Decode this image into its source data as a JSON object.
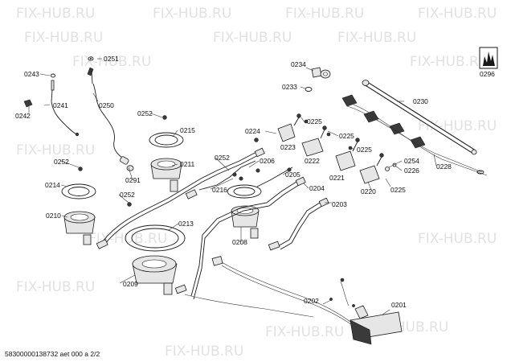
{
  "watermark": "FIX-HUB.RU",
  "footer": "58300000138732 aet 000 a 2/2",
  "labels": {
    "p0251": "0251",
    "p0243": "0243",
    "p0250": "0250",
    "p0241": "0241",
    "p0242": "0242",
    "p0234": "0234",
    "p0233": "0233",
    "p0296": "0296",
    "p0230": "0230",
    "p0252a": "0252",
    "p0215": "0215",
    "p0224": "0224",
    "p0225a": "0225",
    "p0223": "0223",
    "p0225b": "0225",
    "p0222": "0222",
    "p0225c": "0225",
    "p0221": "0221",
    "p0252b": "0252",
    "p0211": "0211",
    "p0291": "0291",
    "p0206": "0206",
    "p0205": "0205",
    "p0254": "0254",
    "p0226": "0226",
    "p0228": "0228",
    "p0252c": "0252",
    "p0214": "0214",
    "p0216": "0216",
    "p0220": "0220",
    "p0225d": "0225",
    "p0252d": "0252",
    "p0204": "0204",
    "p0210": "0210",
    "p0213": "0213",
    "p0203": "0203",
    "p0208": "0208",
    "p0209": "0209",
    "p0202": "0202",
    "p0201": "0201"
  }
}
